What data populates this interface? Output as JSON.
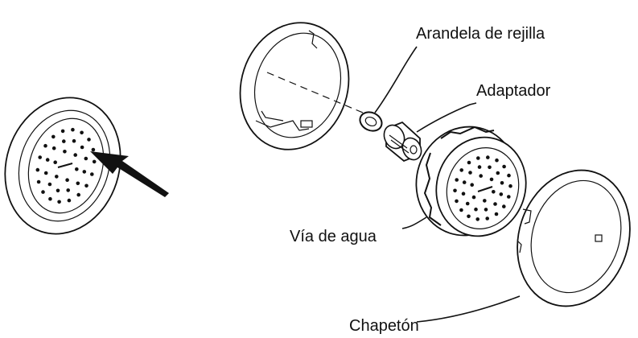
{
  "labels": {
    "grid_washer": "Arandela de rejilla",
    "adapter": "Adaptador",
    "waterway": "Vía de agua",
    "escutcheon": "Chapetón"
  }
}
